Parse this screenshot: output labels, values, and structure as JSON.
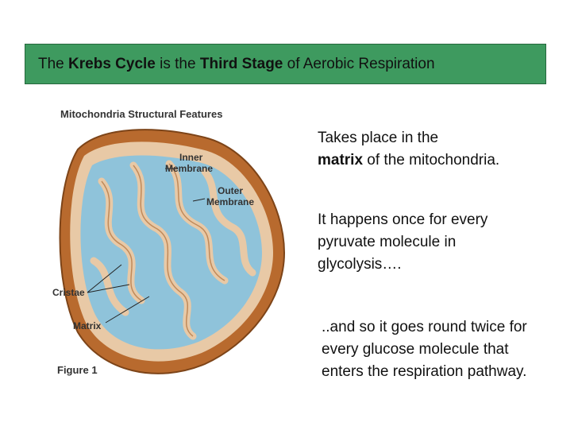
{
  "title": {
    "prefix": "The ",
    "bold_1": "Krebs Cycle",
    "middle": " is the ",
    "bold_2": "Third Stage",
    "suffix": " of Aerobic Respiration"
  },
  "figure": {
    "heading": "Mitochondria Structural Features",
    "labels": {
      "inner_1": "Inner",
      "inner_2": "Membrane",
      "outer_1": "Outer",
      "outer_2": "Membrane",
      "cristae": "Cristae",
      "matrix": "Matrix"
    },
    "caption": "Figure 1"
  },
  "body": {
    "p1_a": "Takes place in the",
    "p1_bold": "matrix",
    "p1_b": " of the mitochondria.",
    "p2": "It happens once for every pyruvate molecule in glycolysis….",
    "p3": "..and so it goes round twice for every glucose molecule that enters the respiration pathway."
  },
  "colors": {
    "banner": "#3e9a5f",
    "outer_membrane": "#b86a2e",
    "inner_membrane": "#e8c9a6",
    "matrix": "#8fc3da"
  }
}
